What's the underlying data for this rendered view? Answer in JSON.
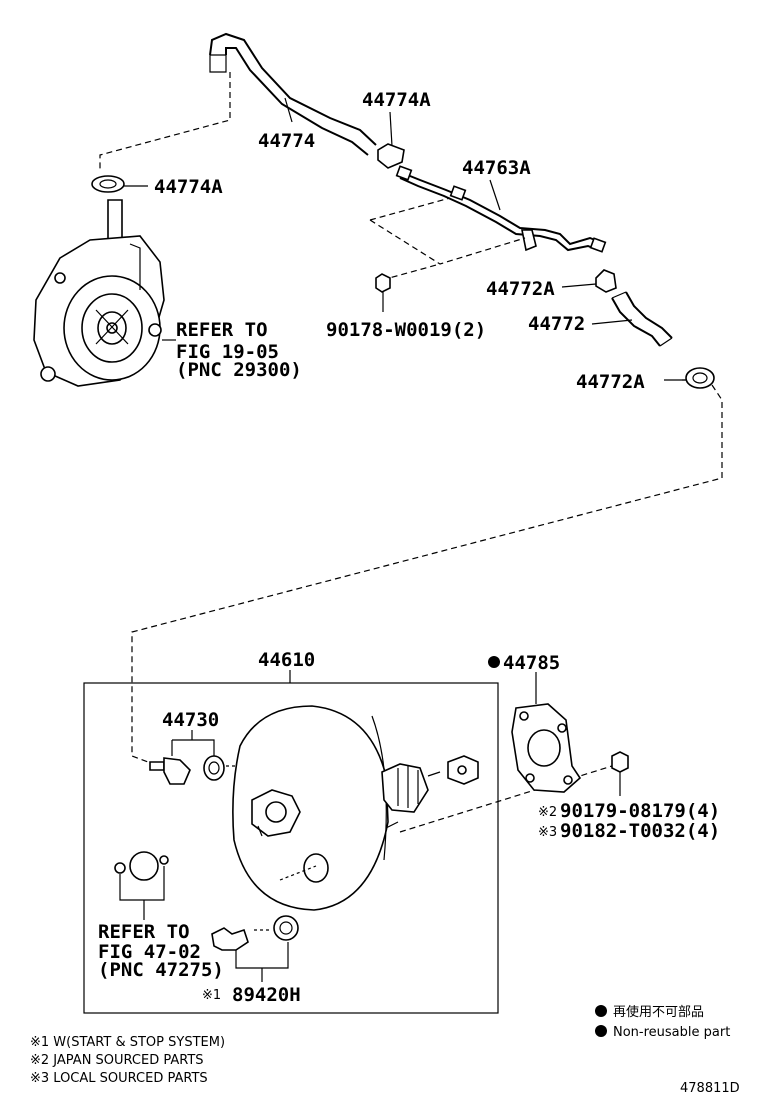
{
  "labels": {
    "hose_upper": "44774",
    "clamp_upper": "44774A",
    "clamp_left": "44774A",
    "pipe": "44763A",
    "nut_pipe": "90178-W0019(2)",
    "clamp_mid": "44772A",
    "hose_lower": "44772",
    "clamp_lower": "44772A",
    "refer_pump_1": "REFER TO",
    "refer_pump_2": "FIG 19-05",
    "refer_pump_3": "(PNC 29300)",
    "booster": "44610",
    "gasket": "44785",
    "check_valve": "44730",
    "nut_2": "90179-08179(4)",
    "nut_3": "90182-T0032(4)",
    "nut_2_mark": "※2",
    "nut_3_mark": "※3",
    "refer_brake_1": "REFER TO",
    "refer_brake_2": "FIG 47-02",
    "refer_brake_3": "(PNC 47275)",
    "sensor": "89420H",
    "sensor_mark": "※1"
  },
  "legend": {
    "non_reusable_jp": "再使用不可部品",
    "non_reusable_en": "Non-reusable part"
  },
  "notes": [
    "※1 W(START & STOP SYSTEM)",
    "※2 JAPAN SOURCED PARTS",
    "※3 LOCAL SOURCED PARTS"
  ],
  "figure_id": "478811D"
}
